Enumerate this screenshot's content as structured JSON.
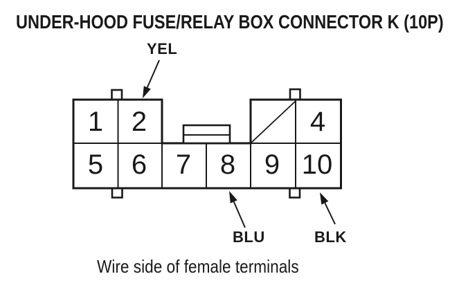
{
  "title": "UNDER-HOOD FUSE/RELAY BOX CONNECTOR K (10P)",
  "caption": "Wire side of female terminals",
  "colors": {
    "ink": "#191919",
    "paper": "#ffffff"
  },
  "connector": {
    "terminals": [
      "1",
      "2",
      "4",
      "5",
      "6",
      "7",
      "8",
      "9",
      "10"
    ],
    "wire_labels": [
      {
        "text": "YEL",
        "target_terminal": "2"
      },
      {
        "text": "BLU",
        "target_terminal": "8"
      },
      {
        "text": "BLK",
        "target_terminal": "10"
      }
    ]
  }
}
